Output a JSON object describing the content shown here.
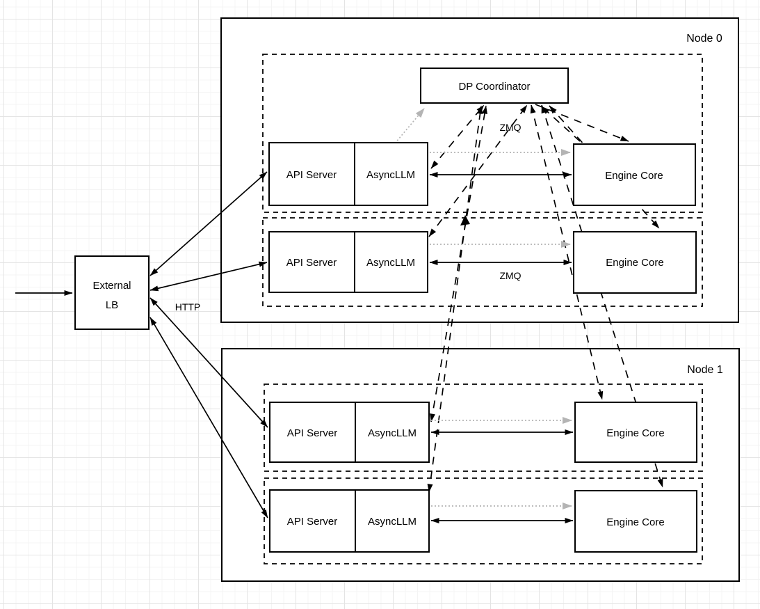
{
  "diagram": {
    "external_lb": {
      "line1": "External",
      "line2": "LB",
      "http_label": "HTTP"
    },
    "node0": {
      "title": "Node 0",
      "coordinator_label": "DP Coordinator",
      "zmq_coordinator_label": "ZMQ",
      "zmq_row_label": "ZMQ",
      "rows": [
        {
          "api": "API Server",
          "asyncllm": "AsyncLLM",
          "engine": "Engine Core"
        },
        {
          "api": "API Server",
          "asyncllm": "AsyncLLM",
          "engine": "Engine Core"
        }
      ]
    },
    "node1": {
      "title": "Node 1",
      "rows": [
        {
          "api": "API Server",
          "asyncllm": "AsyncLLM",
          "engine": "Engine Core"
        },
        {
          "api": "API Server",
          "asyncllm": "AsyncLLM",
          "engine": "Engine Core"
        }
      ]
    },
    "colors": {
      "stroke": "#000000",
      "dotted_gray": "#b4b4b4",
      "box_fill": "#ffffff",
      "grid_minor": "#f4f4f4",
      "grid_major": "#e4e4e4"
    },
    "edges": [
      {
        "from": "client",
        "to": "external-lb",
        "style": "solid",
        "arrows": "end"
      },
      {
        "from": "external-lb",
        "to": "node0-row1-api-server",
        "style": "solid",
        "arrows": "both",
        "label": "HTTP"
      },
      {
        "from": "external-lb",
        "to": "node0-row2-api-server",
        "style": "solid",
        "arrows": "both"
      },
      {
        "from": "external-lb",
        "to": "node1-row1-api-server",
        "style": "solid",
        "arrows": "both"
      },
      {
        "from": "external-lb",
        "to": "node1-row2-api-server",
        "style": "solid",
        "arrows": "both"
      },
      {
        "from": "node0-row1-asyncllm",
        "to": "node0-row1-engine-core",
        "style": "solid",
        "arrows": "both",
        "label": "ZMQ"
      },
      {
        "from": "node0-row2-asyncllm",
        "to": "node0-row2-engine-core",
        "style": "solid",
        "arrows": "both",
        "label": "ZMQ"
      },
      {
        "from": "node1-row1-asyncllm",
        "to": "node1-row1-engine-core",
        "style": "solid",
        "arrows": "both"
      },
      {
        "from": "node1-row2-asyncllm",
        "to": "node1-row2-engine-core",
        "style": "solid",
        "arrows": "both"
      },
      {
        "from": "node0-row1-asyncllm",
        "to": "dp-coordinator",
        "style": "dotted-gray",
        "arrows": "end"
      },
      {
        "from": "node0-row1-asyncllm",
        "to": "node0-row1-engine-core",
        "style": "dotted-gray",
        "arrows": "end"
      },
      {
        "from": "node0-row2-asyncllm",
        "to": "node0-row2-engine-core",
        "style": "dotted-gray",
        "arrows": "end"
      },
      {
        "from": "node1-row1-asyncllm",
        "to": "node1-row1-engine-core",
        "style": "dotted-gray",
        "arrows": "end"
      },
      {
        "from": "node1-row2-asyncllm",
        "to": "node1-row2-engine-core",
        "style": "dotted-gray",
        "arrows": "end"
      },
      {
        "from": "dp-coordinator",
        "to": "node0-row1-asyncllm",
        "style": "dashed",
        "arrows": "both"
      },
      {
        "from": "dp-coordinator",
        "to": "node0-row2-asyncllm",
        "style": "dashed",
        "arrows": "both"
      },
      {
        "from": "dp-coordinator",
        "to": "node1-row1-asyncllm",
        "style": "dashed",
        "arrows": "both"
      },
      {
        "from": "dp-coordinator",
        "to": "node1-row2-asyncllm",
        "style": "dashed",
        "arrows": "both"
      },
      {
        "from": "dp-coordinator",
        "to": "node0-row1-engine-core",
        "style": "dashed",
        "arrows": "both"
      },
      {
        "from": "dp-coordinator",
        "to": "node0-row2-engine-core",
        "style": "dashed",
        "arrows": "both"
      },
      {
        "from": "dp-coordinator",
        "to": "node1-row1-engine-core",
        "style": "dashed",
        "arrows": "both"
      },
      {
        "from": "dp-coordinator",
        "to": "node1-row2-engine-core",
        "style": "dashed",
        "arrows": "both"
      }
    ]
  }
}
